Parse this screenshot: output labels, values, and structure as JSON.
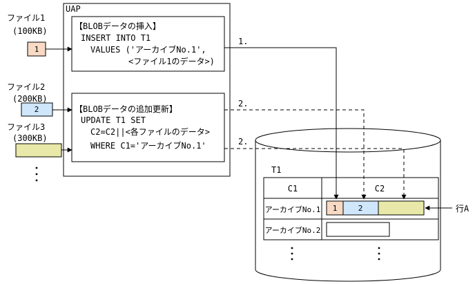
{
  "files": [
    {
      "name": "ファイル1",
      "size": "(100KB)",
      "chip": "1",
      "color": "#f7d9c4"
    },
    {
      "name": "ファイル2",
      "size": "(200KB)",
      "chip": "2",
      "color": "#cfe6fb"
    },
    {
      "name": "ファイル3",
      "size": "(300KB)",
      "chip": "",
      "color": "#e8e8a8"
    }
  ],
  "uap": {
    "label": "UAP",
    "insert_box": {
      "lines": [
        "【BLOBデータの挿入】",
        "INSERT INTO T1",
        "VALUES ('アーカイブNo.1',",
        "<ファイル1のデータ>)"
      ]
    },
    "update_box": {
      "lines": [
        "【BLOBデータの追加更新】",
        "UPDATE T1 SET",
        "C2=C2||<各ファイルのデータ>",
        "WHERE C1='アーカイブNo.1'"
      ]
    }
  },
  "arrows": {
    "step1": "1.",
    "step2a": "2.",
    "step2b": "2."
  },
  "db": {
    "table_name": "T1",
    "headers": [
      "C1",
      "C2"
    ],
    "rows": [
      {
        "c1": "アーカイブNo.1",
        "segments": [
          "1",
          "2",
          ""
        ]
      },
      {
        "c1": "アーカイブNo.2"
      }
    ],
    "row_label": "行A"
  }
}
